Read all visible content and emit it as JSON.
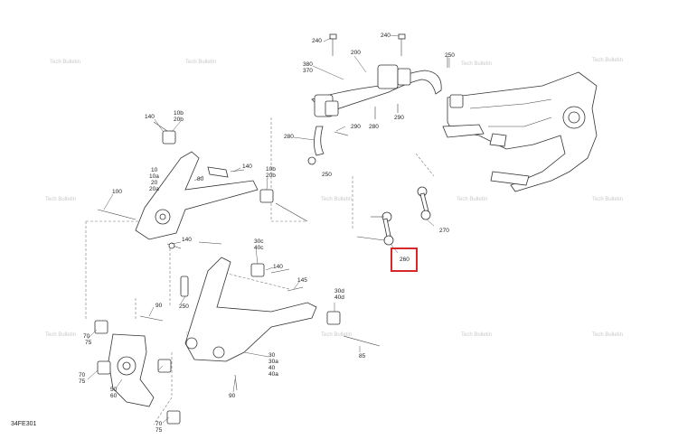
{
  "figure_ref": "34FE301",
  "highlighted_callout": "260",
  "callouts": {
    "c240a": "240",
    "c240b": "240",
    "c200": "200",
    "c380": "380",
    "c370": "370",
    "c250a": "250",
    "c290a": "290",
    "c280a": "280",
    "c290b": "290",
    "c280b": "280",
    "c250b": "250",
    "c140a": "140",
    "c10b_a": "10b",
    "c20b_a": "20b",
    "c10": "10",
    "c10a": "10a",
    "c20": "20",
    "c20a": "20a",
    "c80": "80",
    "c140b": "140",
    "c10b_b": "10b",
    "c20b_b": "20b",
    "c100": "100",
    "c270": "270",
    "c260": "260",
    "c140c": "140",
    "c30c": "30c",
    "c40c": "40c",
    "c140d": "140",
    "c145": "145",
    "c250c": "250",
    "c90a": "90",
    "c30d": "30d",
    "c40d": "40d",
    "c70a": "70",
    "c75a": "75",
    "c50": "50",
    "c60": "60",
    "c70b": "70",
    "c75b": "75",
    "c70c": "70",
    "c75c": "75",
    "c30": "30",
    "c30a": "30a",
    "c40": "40",
    "c40a": "40a",
    "c85": "85",
    "c90b": "90"
  },
  "watermark": "Tech Bulletin"
}
